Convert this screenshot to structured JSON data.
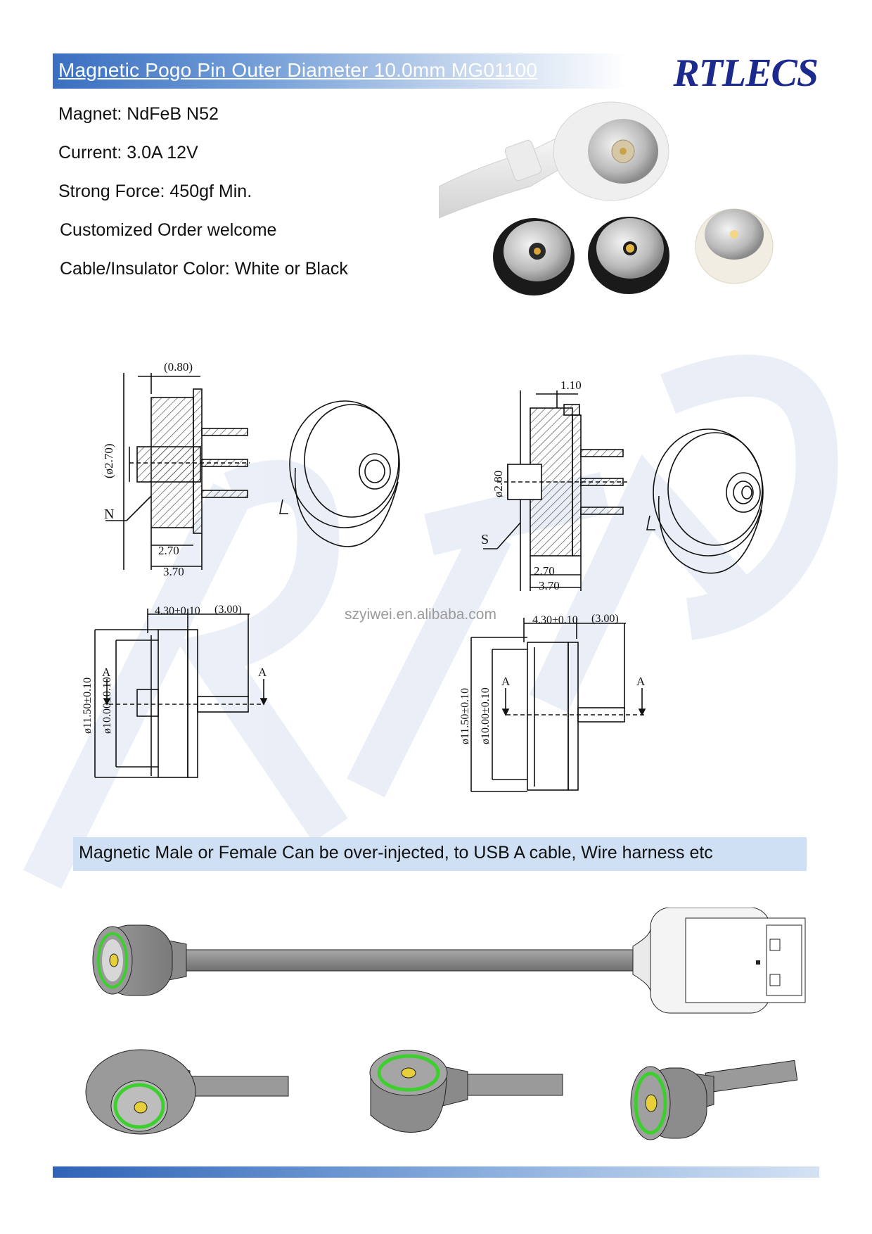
{
  "header": {
    "title": "Magnetic Pogo Pin Outer Diameter  10.0mm MG01100",
    "brand": "RTLECS"
  },
  "specs": [
    "Magnet: NdFeB N52",
    "Current: 3.0A 12V",
    "Strong Force: 450gf Min.",
    "Customized Order welcome",
    "Cable/Insulator Color: White or Black"
  ],
  "drawings": {
    "male_top": {
      "dim_top": "(0.80)",
      "dim_dia": "(ø2.70)",
      "label": "N",
      "dim_a": "2.70",
      "dim_b": "3.70"
    },
    "female_top": {
      "dim_top": "1.10",
      "dim_dia": "ø2.80",
      "label": "S",
      "dim_a": "2.70",
      "dim_b": "3.70"
    },
    "male_side": {
      "dim_len": "4.30±0.10",
      "dim_pin": "(3.00)",
      "dia_outer": "ø11.50±0.10",
      "dia_inner": "ø10.00±0.10",
      "section": "A"
    },
    "female_side": {
      "dim_len": "4.30±0.10",
      "dim_pin": "(3.00)",
      "dia_outer": "ø11.50±0.10",
      "dia_inner": "ø10.00±0.10",
      "section": "A"
    }
  },
  "watermark_url": "szyiwei.en.alibaba.com",
  "banner": "Magnetic Male or Female Can be over-injected, to USB A cable, Wire harness etc",
  "colors": {
    "brand": "#1b2a8c",
    "header_blue": "#3a6fc0",
    "banner_bg": "#cfe0f4",
    "accent_green": "#3ccf2e",
    "cable_gray": "#8c8c8c"
  }
}
